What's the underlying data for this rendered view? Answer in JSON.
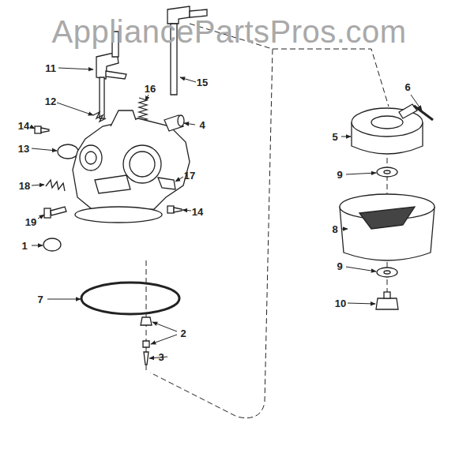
{
  "diagram": {
    "labels": [
      "AppliancePartsPros.com",
      "11",
      "15",
      "6",
      "12",
      "16",
      "14",
      "5",
      "13",
      "4",
      "18",
      "17",
      "14",
      "9",
      "19",
      "8",
      "1",
      "7",
      "9",
      "10",
      "2",
      "3"
    ]
  }
}
